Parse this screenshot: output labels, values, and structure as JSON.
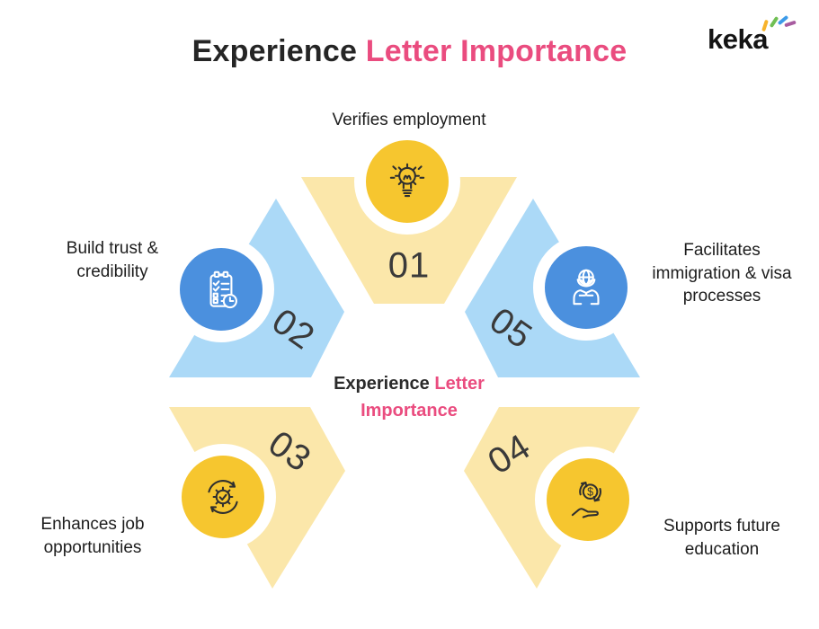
{
  "colors": {
    "pale_yellow": "#FBE7AA",
    "gold": "#F6C62F",
    "light_blue": "#ABD9F7",
    "blue": "#4B90DE",
    "pink": "#EA4C7F",
    "title_dark": "#252525",
    "number_gray": "#3A3A3A",
    "label_dark": "#1D1D1D",
    "icon_dark": "#2F2F2F",
    "logo_black": "#141414",
    "logo_spark_yellow": "#F7B32B",
    "logo_spark_green": "#70BF54",
    "logo_spark_blue": "#3D9BE9",
    "logo_spark_purple": "#A85CA0"
  },
  "header": {
    "title_prefix": "Experience",
    "title_highlight": "Letter Importance",
    "logo_text": "keka"
  },
  "center": {
    "prefix": "Experience",
    "highlight": "Letter Importance"
  },
  "segments": [
    {
      "number": "01",
      "label": "Verifies employment",
      "icon": "lightbulb-gear-icon",
      "shape_color": "pale_yellow",
      "circle_color": "gold"
    },
    {
      "number": "02",
      "label": "Build trust & credibility",
      "icon": "checklist-clock-icon",
      "shape_color": "light_blue",
      "circle_color": "blue"
    },
    {
      "number": "03",
      "label": "Enhances job opportunities",
      "icon": "gear-cycle-check-icon",
      "shape_color": "pale_yellow",
      "circle_color": "gold"
    },
    {
      "number": "04",
      "label": "Supports future education",
      "icon": "dollar-hand-icon",
      "shape_color": "pale_yellow",
      "circle_color": "gold"
    },
    {
      "number": "05",
      "label": "Facilitates immigration & visa processes",
      "icon": "hands-globe-icon",
      "shape_color": "light_blue",
      "circle_color": "blue"
    }
  ]
}
